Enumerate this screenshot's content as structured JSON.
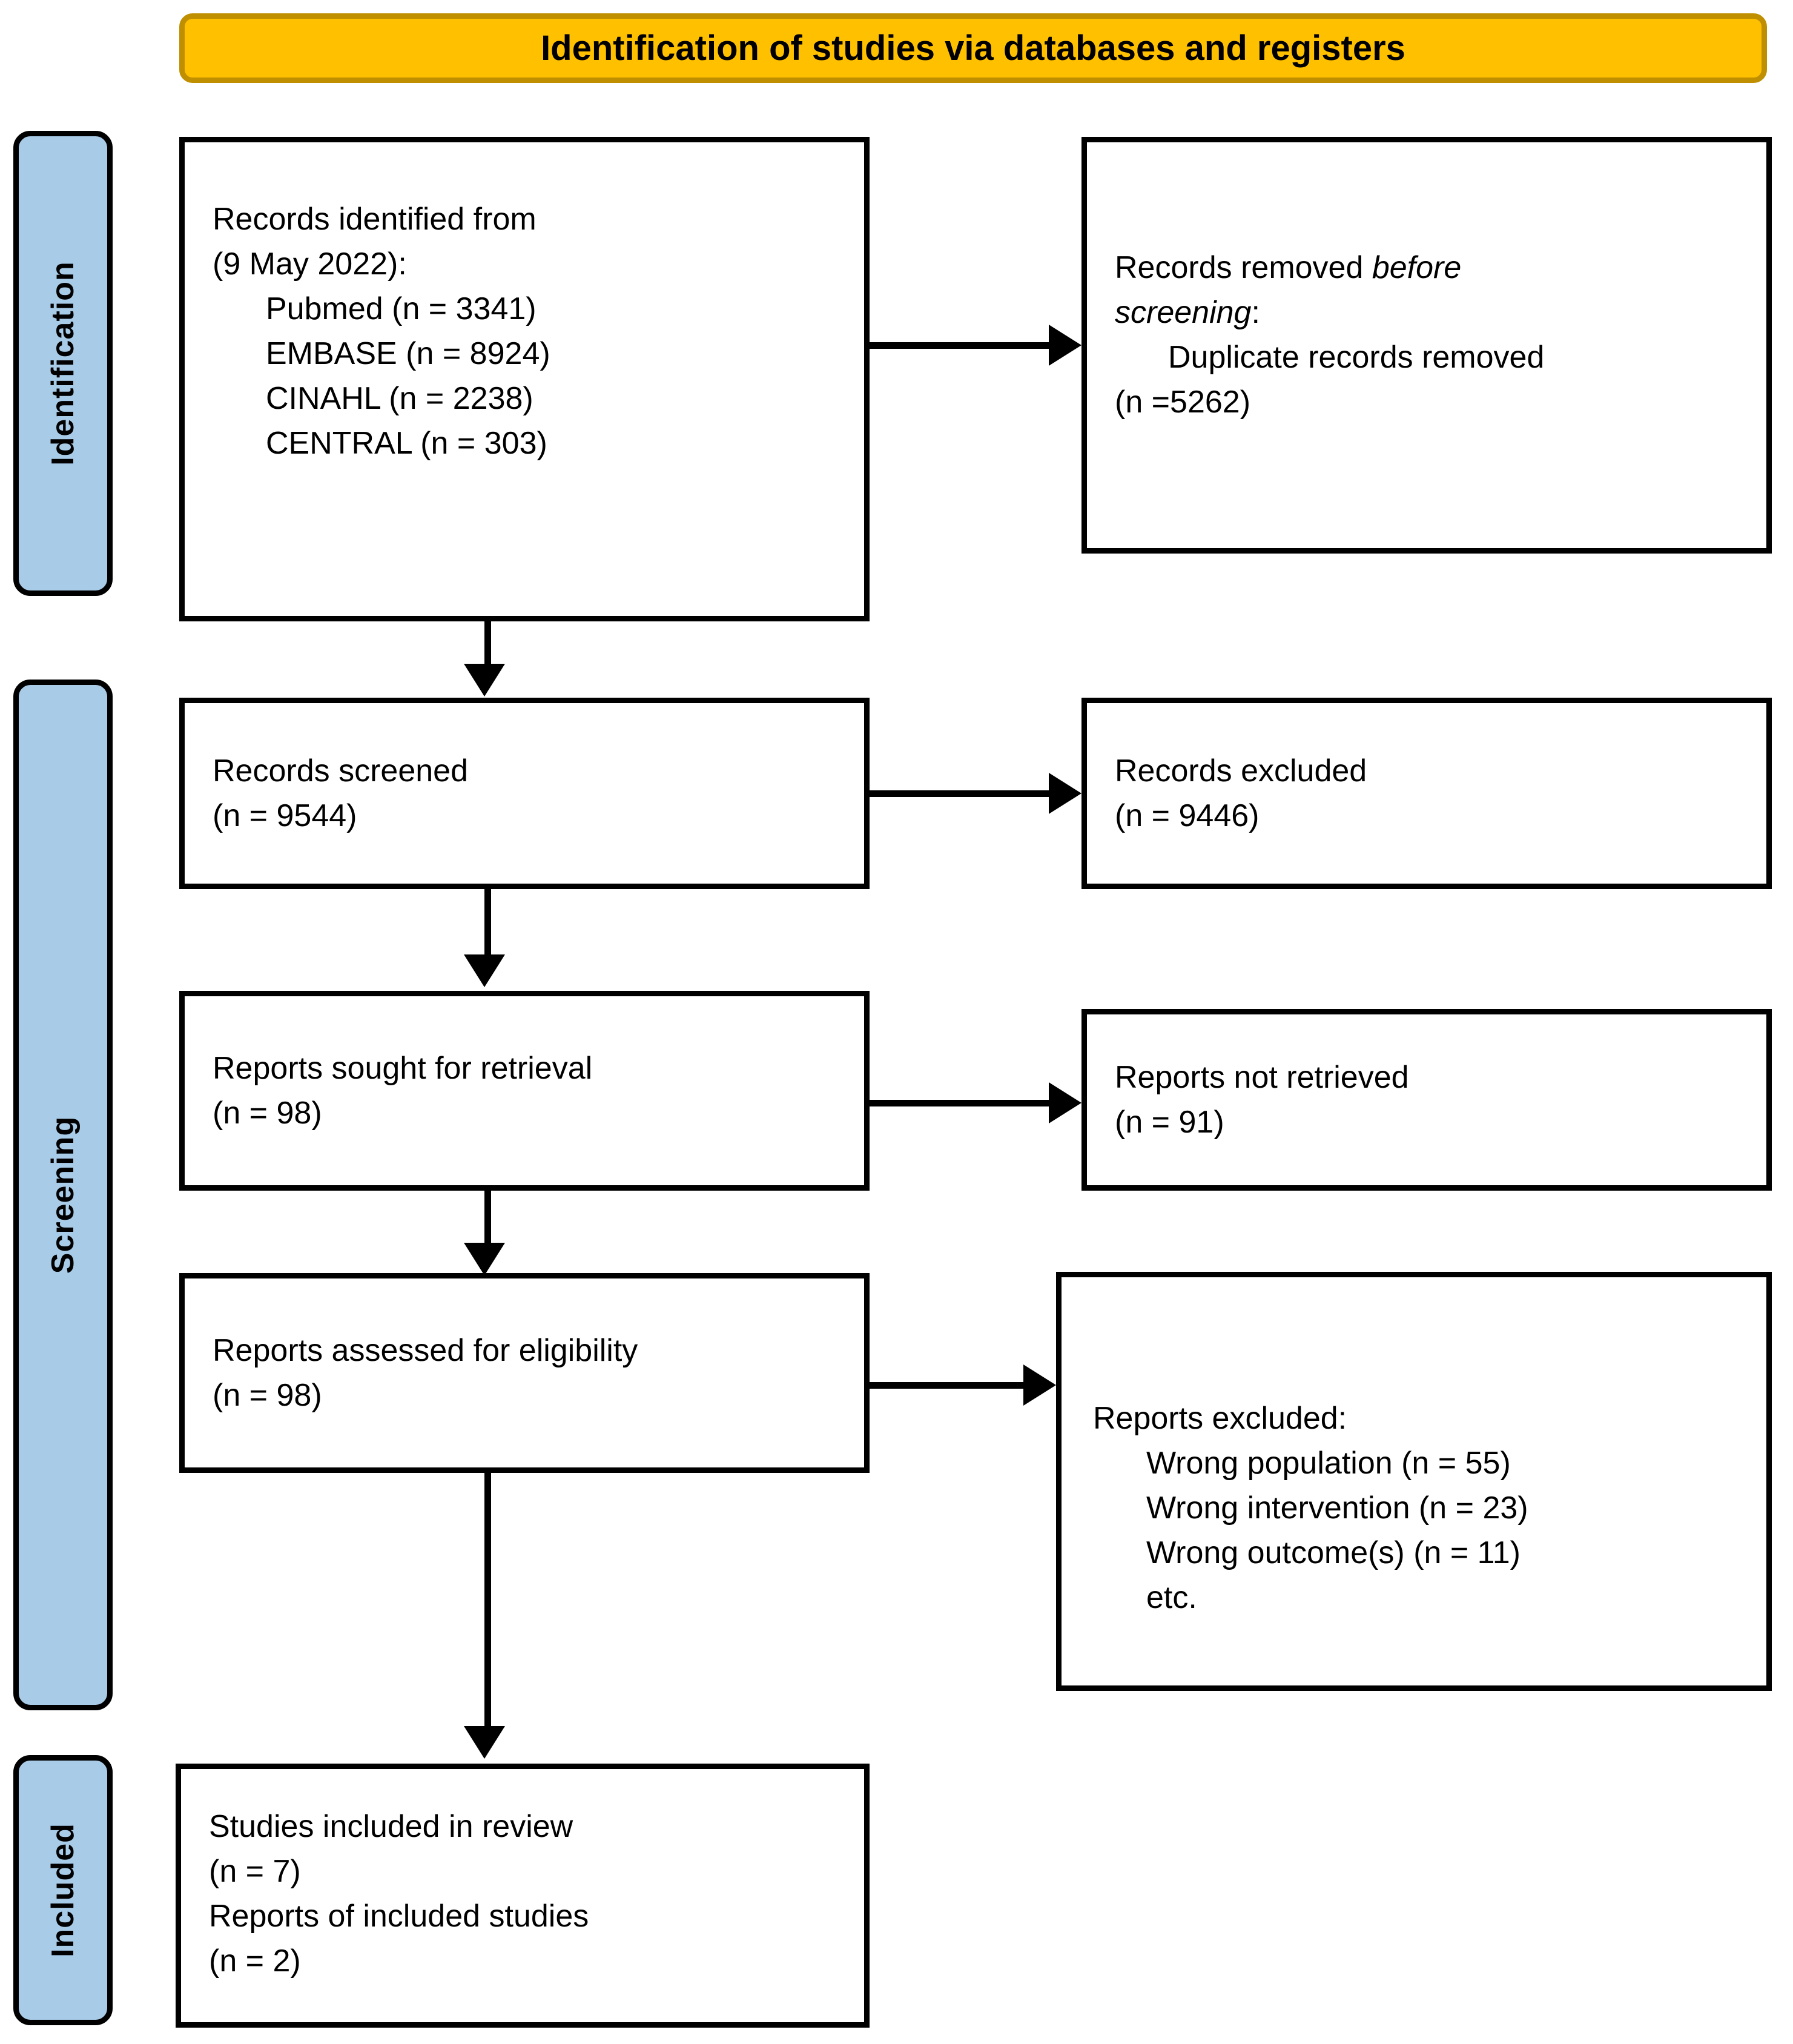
{
  "banner": {
    "title": "Identification of studies via databases and registers",
    "fill": "#FFC000",
    "border": "#BF8F00"
  },
  "stages": {
    "fill": "#A8CBE8",
    "identification": "Identification",
    "screening": "Screening",
    "included": "Included"
  },
  "boxes": {
    "identified": {
      "line1": "Records identified from",
      "line2": "(9 May 2022):",
      "source1": "Pubmed (n = 3341)",
      "source2": "EMBASE (n = 8924)",
      "source3": "CINAHL (n = 2238)",
      "source4": "CENTRAL (n = 303)"
    },
    "removed": {
      "line1_prefix": "Records removed ",
      "line1_italic": "before",
      "line2_italic": "screening",
      "line2_suffix": ":",
      "detail1": "Duplicate records removed",
      "detail2": "(n =5262)"
    },
    "screened": {
      "line1": "Records screened",
      "line2": "(n = 9544)"
    },
    "excluded_records": {
      "line1": "Records excluded",
      "line2": "(n = 9446)"
    },
    "sought": {
      "line1": "Reports sought for retrieval",
      "line2": "(n = 98)"
    },
    "not_retrieved": {
      "line1": "Reports not retrieved",
      "line2": "(n = 91)"
    },
    "assessed": {
      "line1": "Reports assessed for eligibility",
      "line2": "(n = 98)"
    },
    "excluded_reports": {
      "line1": "Reports excluded:",
      "reason1": "Wrong population (n = 55)",
      "reason2": "Wrong intervention (n = 23)",
      "reason3": "Wrong outcome(s) (n = 11)",
      "reason4": "etc."
    },
    "included": {
      "line1": "Studies included in review",
      "line2": "(n = 7)",
      "line3": "Reports of included studies",
      "line4": "(n = 2)"
    }
  },
  "chart_data": {
    "type": "diagram",
    "title": "Identification of studies via databases and registers",
    "nodes": [
      {
        "id": "identified",
        "stage": "Identification",
        "column": "left",
        "label": "Records identified from (9 May 2022)",
        "sources": [
          {
            "name": "Pubmed",
            "n": 3341
          },
          {
            "name": "EMBASE",
            "n": 8924
          },
          {
            "name": "CINAHL",
            "n": 2238
          },
          {
            "name": "CENTRAL",
            "n": 303
          }
        ]
      },
      {
        "id": "removed",
        "stage": "Identification",
        "column": "right",
        "label": "Records removed before screening: Duplicate records removed",
        "n": 5262
      },
      {
        "id": "screened",
        "stage": "Screening",
        "column": "left",
        "label": "Records screened",
        "n": 9544
      },
      {
        "id": "excluded_records",
        "stage": "Screening",
        "column": "right",
        "label": "Records excluded",
        "n": 9446
      },
      {
        "id": "sought",
        "stage": "Screening",
        "column": "left",
        "label": "Reports sought for retrieval",
        "n": 98
      },
      {
        "id": "not_retrieved",
        "stage": "Screening",
        "column": "right",
        "label": "Reports not retrieved",
        "n": 91
      },
      {
        "id": "assessed",
        "stage": "Screening",
        "column": "left",
        "label": "Reports assessed for eligibility",
        "n": 98
      },
      {
        "id": "excluded_reports",
        "stage": "Screening",
        "column": "right",
        "label": "Reports excluded",
        "reasons": [
          {
            "name": "Wrong population",
            "n": 55
          },
          {
            "name": "Wrong intervention",
            "n": 23
          },
          {
            "name": "Wrong outcome(s)",
            "n": 11
          },
          {
            "name": "etc.",
            "n": null
          }
        ]
      },
      {
        "id": "included",
        "stage": "Included",
        "column": "left",
        "label": "Studies included in review",
        "n": 7,
        "reports_n": 2
      }
    ],
    "edges": [
      {
        "from": "identified",
        "to": "removed",
        "direction": "right"
      },
      {
        "from": "identified",
        "to": "screened",
        "direction": "down"
      },
      {
        "from": "screened",
        "to": "excluded_records",
        "direction": "right"
      },
      {
        "from": "screened",
        "to": "sought",
        "direction": "down"
      },
      {
        "from": "sought",
        "to": "not_retrieved",
        "direction": "right"
      },
      {
        "from": "sought",
        "to": "assessed",
        "direction": "down"
      },
      {
        "from": "assessed",
        "to": "excluded_reports",
        "direction": "right"
      },
      {
        "from": "assessed",
        "to": "included",
        "direction": "down"
      }
    ]
  }
}
